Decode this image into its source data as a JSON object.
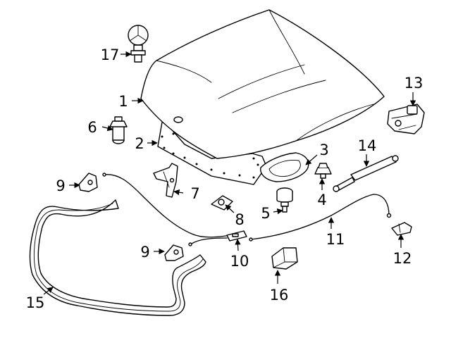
{
  "diagram": {
    "callouts": [
      {
        "id": "hood",
        "label": "1"
      },
      {
        "id": "insulator",
        "label": "2"
      },
      {
        "id": "hood-cover-plate",
        "label": "3"
      },
      {
        "id": "push-clip",
        "label": "4"
      },
      {
        "id": "bumper-stop",
        "label": "5"
      },
      {
        "id": "grommet-plug",
        "label": "6"
      },
      {
        "id": "hinge-bracket",
        "label": "7"
      },
      {
        "id": "fastener-nut",
        "label": "8"
      },
      {
        "id": "cable-guide-upper",
        "label": "9"
      },
      {
        "id": "cable-guide-lower",
        "label": "9"
      },
      {
        "id": "cable-connector",
        "label": "10"
      },
      {
        "id": "release-cable",
        "label": "11"
      },
      {
        "id": "release-handle",
        "label": "12"
      },
      {
        "id": "hood-latch",
        "label": "13"
      },
      {
        "id": "lift-support",
        "label": "14"
      },
      {
        "id": "seal",
        "label": "15"
      },
      {
        "id": "safety-catch",
        "label": "16"
      },
      {
        "id": "emblem",
        "label": "17"
      }
    ]
  }
}
